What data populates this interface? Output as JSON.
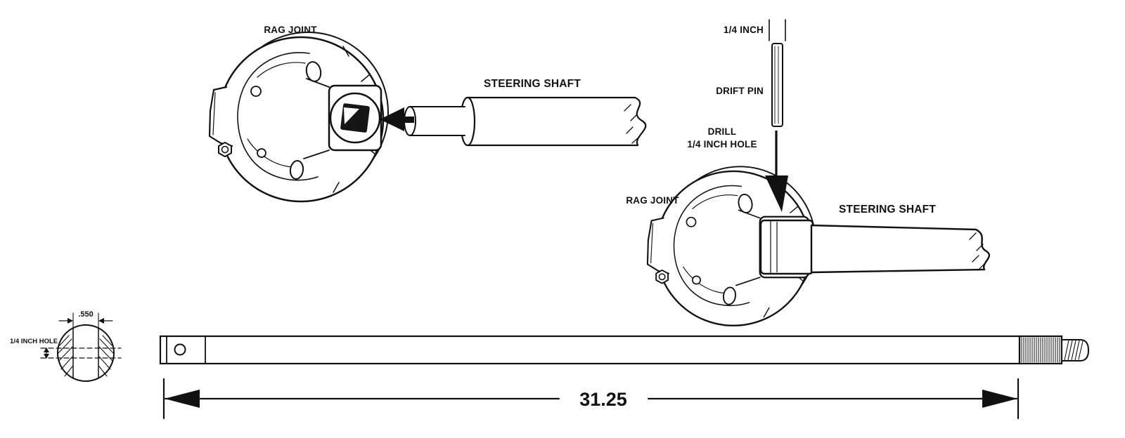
{
  "diagram": {
    "background_color": "#ffffff",
    "line_color": "#111111",
    "top_left": {
      "rag_joint_label": "RAG JOINT",
      "steering_shaft_label": "STEERING SHAFT"
    },
    "top_right": {
      "pin_size_label": "1/4 INCH",
      "drift_pin_label": "DRIFT PIN",
      "drill_label_line1": "DRILL",
      "drill_label_line2": "1/4 INCH HOLE",
      "rag_joint_label": "RAG JOINT",
      "steering_shaft_label": "STEERING SHAFT"
    },
    "bottom": {
      "cross_section": {
        "flat_width_label": ".550",
        "hole_label": "1/4 INCH HOLE"
      },
      "shaft_length_label": "31.25"
    }
  }
}
